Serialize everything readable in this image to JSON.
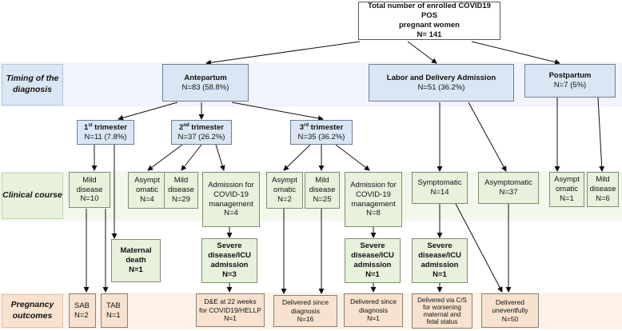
{
  "row_labels": {
    "timing": "Timing of the diagnosis",
    "clinical": "Clinical course",
    "outcomes": "Pregnancy outcomes"
  },
  "root": {
    "line1": "Total number of enrolled COVID19 POS",
    "line2": "pregnant women",
    "line3": "N= 141"
  },
  "timing": {
    "antepartum": {
      "title": "Antepartum",
      "n": "N=83 (58.8%)"
    },
    "labor": {
      "title": "Labor and Delivery Admission",
      "n": "N=51 (36.2%)"
    },
    "postpartum": {
      "title": "Postpartum",
      "n": "N=7 (5%)"
    }
  },
  "trimesters": {
    "t1": {
      "num": "1",
      "suffix": "st",
      "word": " trimester",
      "n": "N=11 (7.8%)"
    },
    "t2": {
      "num": "2",
      "suffix": "nd",
      "word": " trimester",
      "n": "N=37 (26.2%)"
    },
    "t3": {
      "num": "3",
      "suffix": "rd",
      "word": " trimester",
      "n": "N=35 (36.2%)"
    }
  },
  "clinical": {
    "t1_mild": {
      "l1": "Mild",
      "l2": "disease",
      "n": "N=10"
    },
    "t2_asym": {
      "l1": "Asympt",
      "l2": "omatic",
      "n": "N=4"
    },
    "t2_mild": {
      "l1": "Mild",
      "l2": "disease",
      "n": "N=29"
    },
    "t2_adm": {
      "l1": "Admission for",
      "l2": "COVID-19",
      "l3": "management",
      "n": "N=4"
    },
    "t3_asym": {
      "l1": "Asympt",
      "l2": "omatic",
      "n": "N=2"
    },
    "t3_mild": {
      "l1": "Mild",
      "l2": "disease",
      "n": "N=25"
    },
    "t3_adm": {
      "l1": "Admission for",
      "l2": "COVID-19",
      "l3": "management",
      "n": "N=8"
    },
    "ld_sym": {
      "l1": "Symptomatic",
      "n": "N=14"
    },
    "ld_asym": {
      "l1": "Asymptomatic",
      "n": "N=37"
    },
    "pp_asym": {
      "l1": "Asympt",
      "l2": "omatic",
      "n": "N=1"
    },
    "pp_mild": {
      "l1": "Mild",
      "l2": "disease",
      "n": "N=6"
    },
    "maternal_death": {
      "l1": "Maternal",
      "l2": "death",
      "n": "N=1"
    },
    "t2_severe": {
      "l1": "Severe",
      "l2": "disease/ICU",
      "l3": "admission",
      "n": "N=3"
    },
    "t3_severe": {
      "l1": "Severe",
      "l2": "disease/ICU",
      "l3": "admission",
      "n": "N=1"
    },
    "ld_severe": {
      "l1": "Severe",
      "l2": "disease/ICU",
      "l3": "admission",
      "n": "N=1"
    }
  },
  "outcomes": {
    "sab": {
      "l1": "SAB",
      "n": "N=2"
    },
    "tab": {
      "l1": "TAB",
      "n": "N=1"
    },
    "de": {
      "l1": "D&E at 22 weeks",
      "l2": "for COVID19/HELLP",
      "n": "N=1"
    },
    "delivered_16": {
      "l1": "Delivered since",
      "l2": "diagnosis",
      "n": "N=16"
    },
    "delivered_1": {
      "l1": "Delivered since",
      "l2": "diagnosis",
      "n": "N=1"
    },
    "cs": {
      "l1": "Delivered via C/S",
      "l2": "for worsening",
      "l3": "maternal and",
      "l4": "fetal status"
    },
    "uneventful": {
      "l1": "Delivered",
      "l2": "uneventfully",
      "n": "N=50"
    }
  },
  "colors": {
    "timing_fill": "#dbe6f4",
    "clinical_fill": "#e8f1dc",
    "outcome_fill": "#f6e2cf",
    "band_timing": "#f1f5fb",
    "band_clinical": "#f3f8ec",
    "band_outcome": "#fcf2e9"
  }
}
